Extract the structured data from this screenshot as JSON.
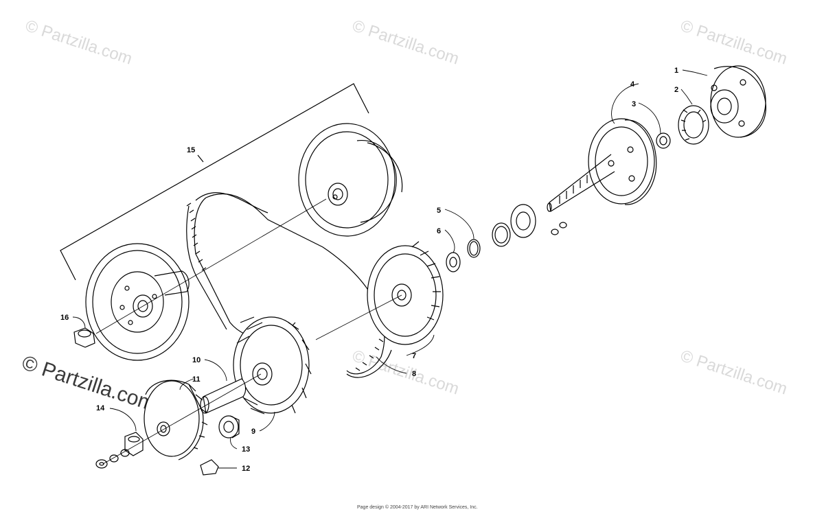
{
  "watermark": "© Partzilla.com",
  "footer": "Page design © 2004-2017 by ARI Network Services, Inc.",
  "callouts": [
    "1",
    "2",
    "3",
    "4",
    "5",
    "6",
    "7",
    "8",
    "9",
    "10",
    "11",
    "12",
    "13",
    "14",
    "15",
    "16"
  ]
}
